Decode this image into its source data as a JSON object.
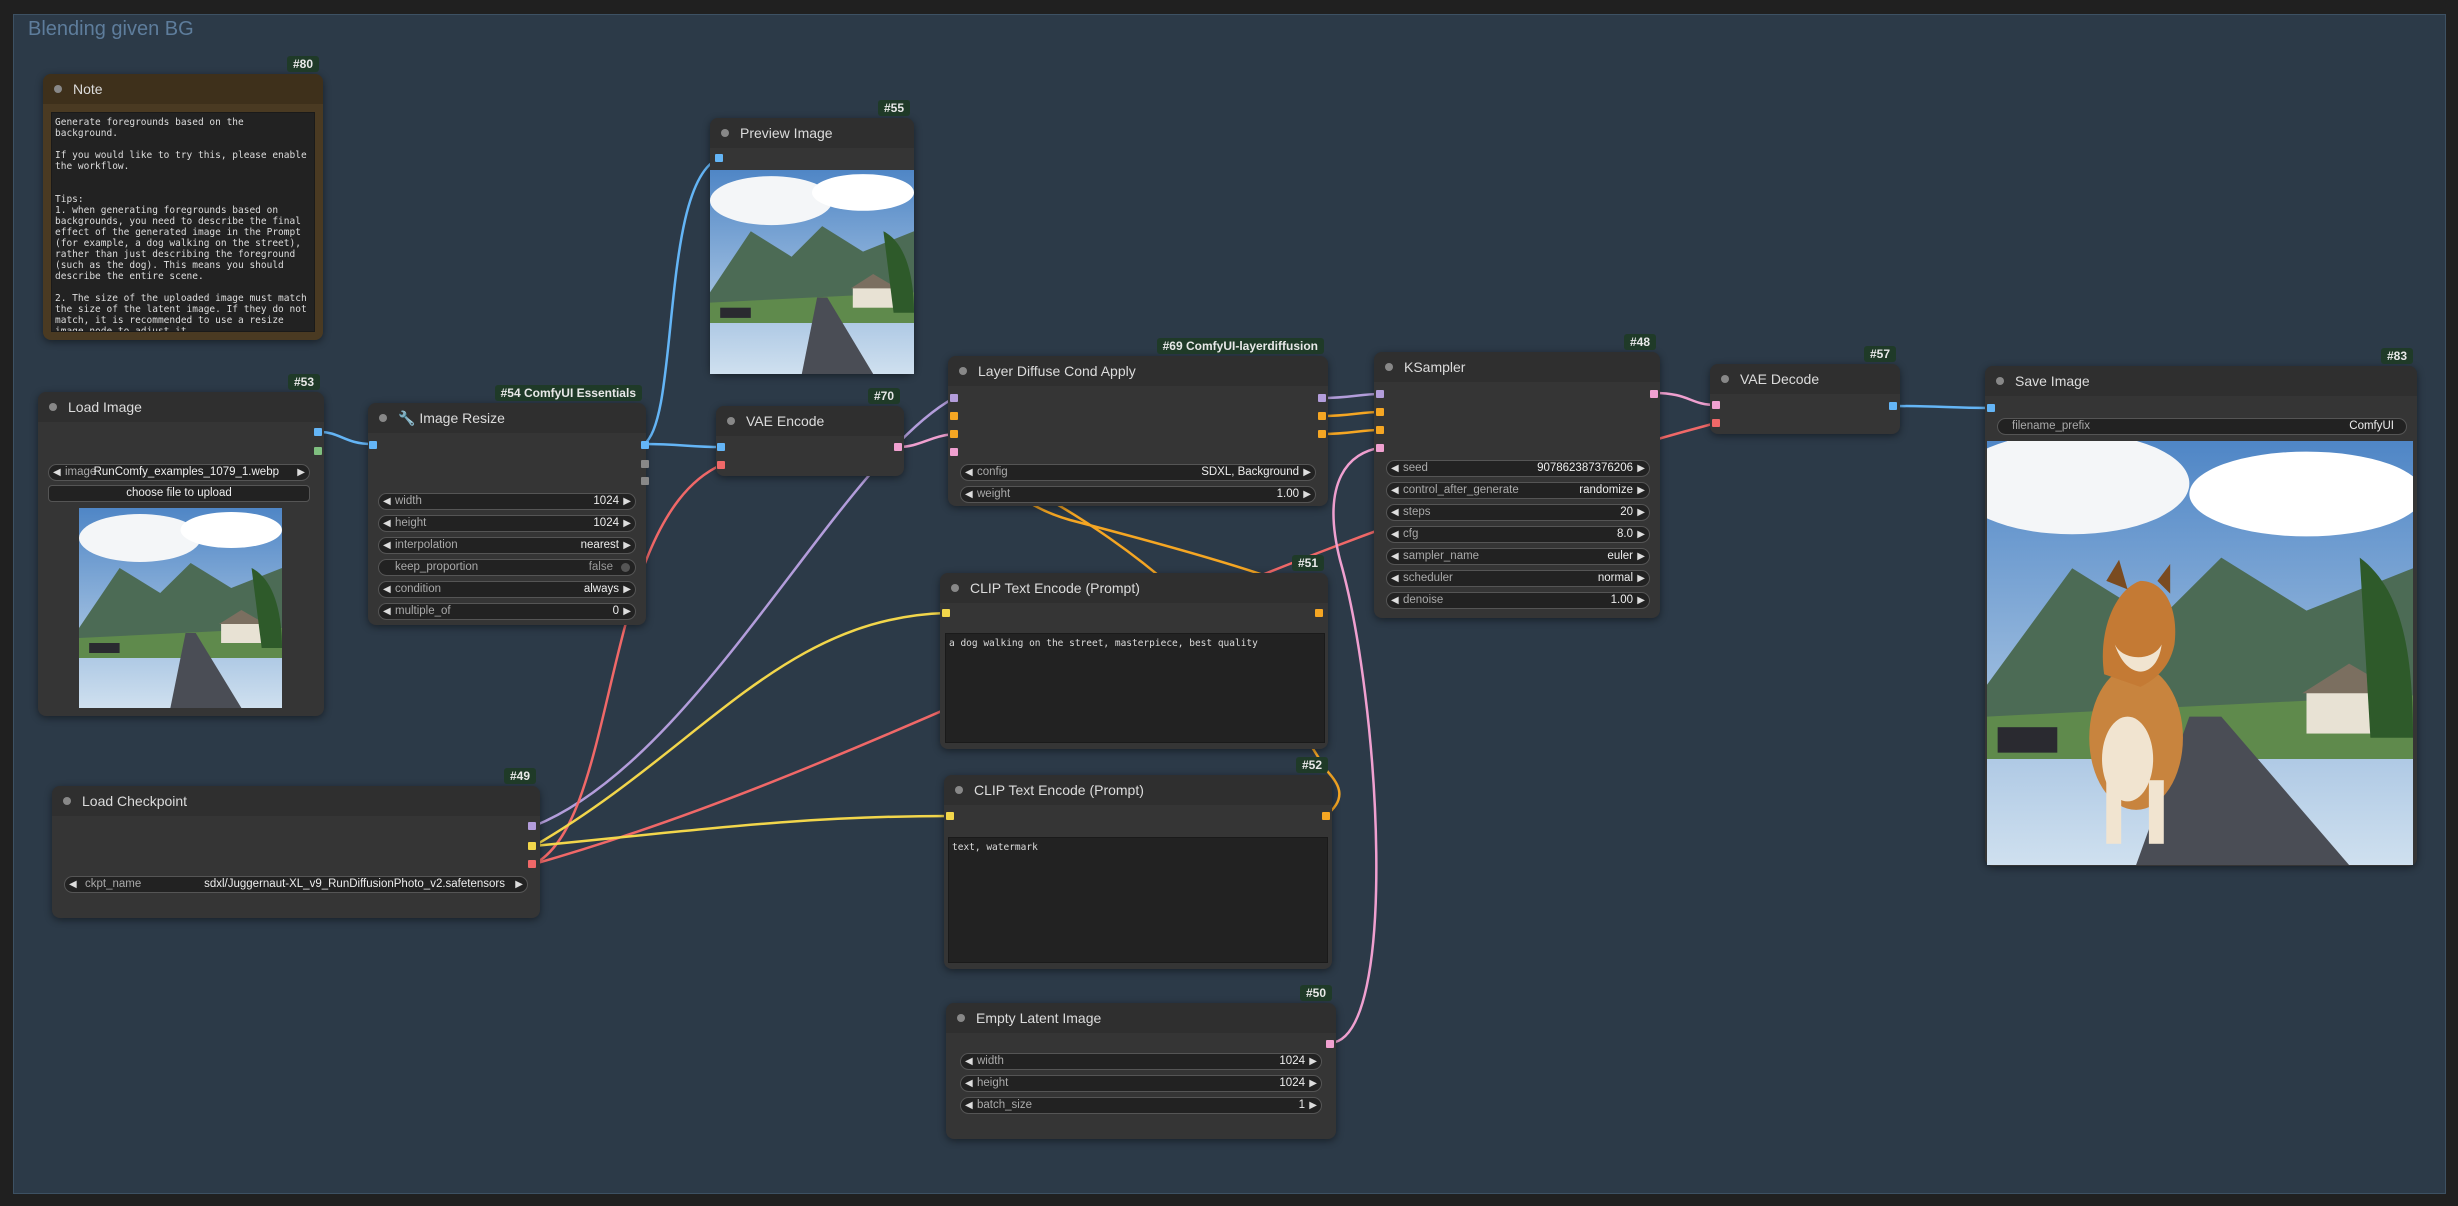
{
  "group": {
    "title": "Blending given BG"
  },
  "colors": {
    "group_bg": "#2c3a48",
    "node_bg": "#353535",
    "badge_bg": "#1f3a28",
    "image_wire": "#64b5f6",
    "latent_wire": "#f0a0d0",
    "cond_wire": "#f5a623",
    "clip_wire": "#f2d64b",
    "vae_wire": "#f06868",
    "model_wire": "#b39ddb"
  },
  "nodes": {
    "note": {
      "badge": "#80",
      "title": "Note",
      "text": "Generate foregrounds based on the background.\n\nIf you would like to try this, please enable the workflow.\n\n\nTips:\n1. when generating foregrounds based on backgrounds, you need to describe the final effect of the generated image in the Prompt (for example, a dog walking on the street), rather than just describing the foreground (such as the dog). This means you should describe the entire scene.\n\n2. The size of the uploaded image must match the size of the latent image. If they do not match, it is recommended to use a resize image node to adjust it."
    },
    "load_image": {
      "badge": "#53",
      "title": "Load Image",
      "image_label": "image",
      "image_value": "RunComfy_examples_1079_1.webp",
      "upload_label": "choose file to upload"
    },
    "image_resize": {
      "badge": "#54 ComfyUI Essentials",
      "title": "🔧 Image Resize",
      "widgets": [
        {
          "label": "width",
          "value": "1024"
        },
        {
          "label": "height",
          "value": "1024"
        },
        {
          "label": "interpolation",
          "value": "nearest"
        },
        {
          "label": "keep_proportion",
          "value": "false"
        },
        {
          "label": "condition",
          "value": "always"
        },
        {
          "label": "multiple_of",
          "value": "0"
        }
      ]
    },
    "preview_image": {
      "badge": "#55",
      "title": "Preview Image"
    },
    "vae_encode": {
      "badge": "#70",
      "title": "VAE Encode"
    },
    "layer_diffuse": {
      "badge": "#69 ComfyUI-layerdiffusion",
      "title": "Layer Diffuse Cond Apply",
      "widgets": [
        {
          "label": "config",
          "value": "SDXL, Background"
        },
        {
          "label": "weight",
          "value": "1.00"
        }
      ]
    },
    "clip_pos": {
      "badge": "#51",
      "title": "CLIP Text Encode (Prompt)",
      "text": "a dog walking on the street, masterpiece, best quality"
    },
    "clip_neg": {
      "badge": "#52",
      "title": "CLIP Text Encode (Prompt)",
      "text": "text, watermark"
    },
    "ksampler": {
      "badge": "#48",
      "title": "KSampler",
      "widgets": [
        {
          "label": "seed",
          "value": "907862387376206"
        },
        {
          "label": "control_after_generate",
          "value": "randomize"
        },
        {
          "label": "steps",
          "value": "20"
        },
        {
          "label": "cfg",
          "value": "8.0"
        },
        {
          "label": "sampler_name",
          "value": "euler"
        },
        {
          "label": "scheduler",
          "value": "normal"
        },
        {
          "label": "denoise",
          "value": "1.00"
        }
      ]
    },
    "vae_decode": {
      "badge": "#57",
      "title": "VAE Decode"
    },
    "save_image": {
      "badge": "#83",
      "title": "Save Image",
      "prefix_label": "filename_prefix",
      "prefix_value": "ComfyUI"
    },
    "load_checkpoint": {
      "badge": "#49",
      "title": "Load Checkpoint",
      "ckpt_label": "ckpt_name",
      "ckpt_value": "sdxl/Juggernaut-XL_v9_RunDiffusionPhoto_v2.safetensors"
    },
    "empty_latent": {
      "badge": "#50",
      "title": "Empty Latent Image",
      "widgets": [
        {
          "label": "width",
          "value": "1024"
        },
        {
          "label": "height",
          "value": "1024"
        },
        {
          "label": "batch_size",
          "value": "1"
        }
      ]
    }
  }
}
